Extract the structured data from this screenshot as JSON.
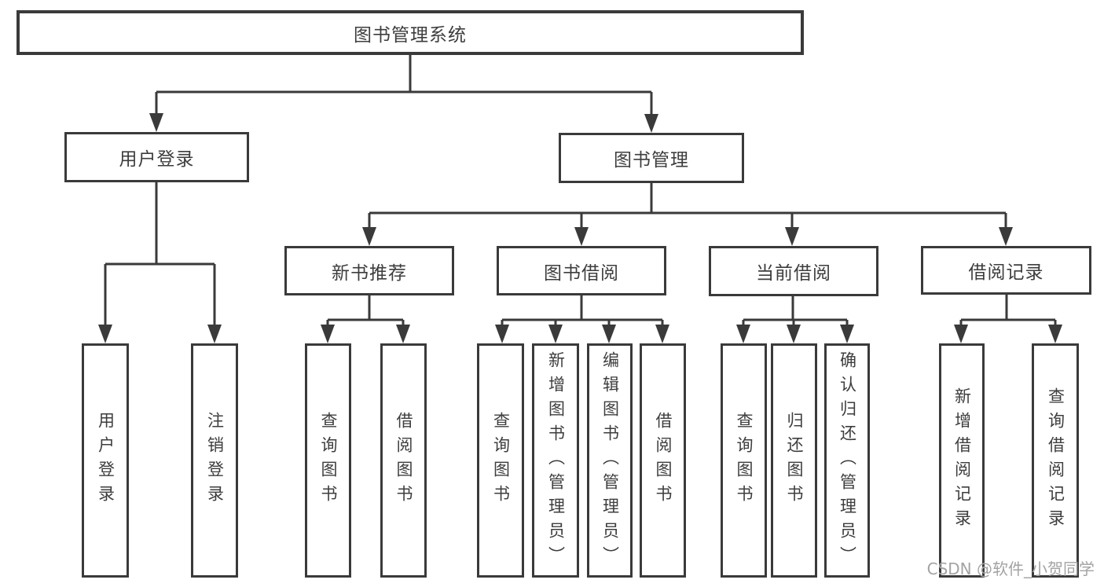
{
  "diagram_title": "图书管理系统",
  "nodes": {
    "root": {
      "label": "图书管理系统"
    },
    "user_login": {
      "label": "用户登录"
    },
    "book_mgmt": {
      "label": "图书管理"
    },
    "new_book_rec": {
      "label": "新书推荐"
    },
    "book_borrow": {
      "label": "图书借阅"
    },
    "current_borrow": {
      "label": "当前借阅"
    },
    "borrow_records": {
      "label": "借阅记录"
    },
    "leaf_user_login": {
      "label": "用户登录"
    },
    "leaf_logout": {
      "label": "注销登录"
    },
    "leaf_query_book_rec": {
      "label": "查询图书"
    },
    "leaf_borrow_book_rec": {
      "label": "借阅图书"
    },
    "leaf_query_book_borrow": {
      "label": "查询图书"
    },
    "leaf_add_book": {
      "label": "新增图书（管理员）"
    },
    "leaf_edit_book": {
      "label": "编辑图书（管理员）"
    },
    "leaf_borrow_book_borrow": {
      "label": "借阅图书"
    },
    "leaf_query_book_current": {
      "label": "查询图书"
    },
    "leaf_return_book": {
      "label": "归还图书"
    },
    "leaf_confirm_return": {
      "label": "确认归还（管理员）"
    },
    "leaf_add_borrow_record": {
      "label": "新增借阅记录"
    },
    "leaf_query_borrow_record": {
      "label": "查询借阅记录"
    }
  },
  "watermark": {
    "text": "CSDN @软件_小贺同学"
  },
  "colors": {
    "line": "#3a3a3a",
    "text": "#3d3d3d",
    "watermark": "#a3a3a3",
    "background": "#ffffff"
  }
}
